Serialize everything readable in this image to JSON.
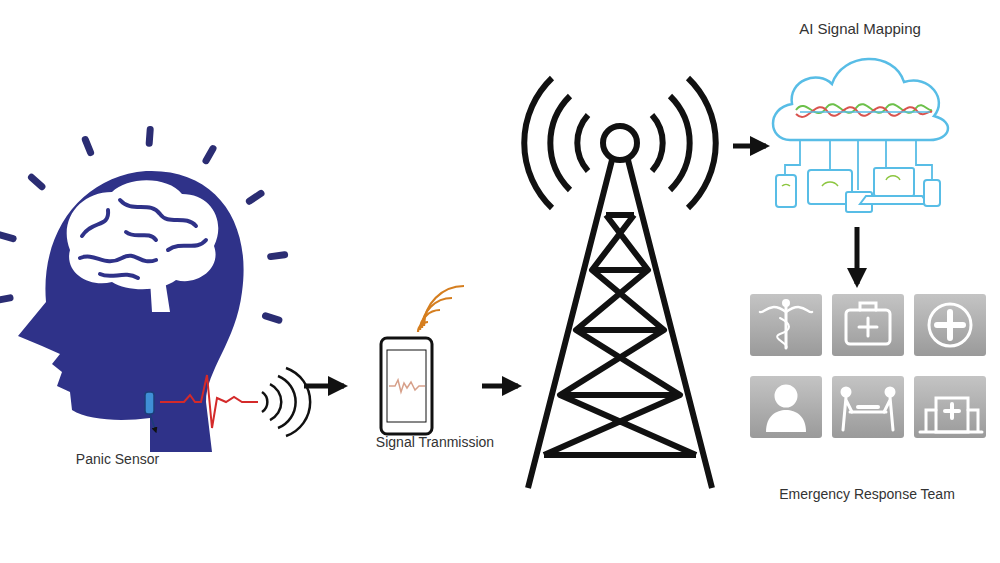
{
  "diagram": {
    "nodes": [
      {
        "text": [
          "Panic Sensor"
        ]
      },
      {
        "text": [
          "Signal Tranmission"
        ]
      },
      {
        "text": [
          "AI Signal Mapping"
        ]
      },
      {
        "text": [
          "Emergency Response Team"
        ]
      }
    ],
    "edges": [
      {
        "from": 0,
        "to": 1,
        "arrow": "to"
      },
      {
        "from": 2,
        "to": 3,
        "arrow": "to"
      }
    ]
  }
}
